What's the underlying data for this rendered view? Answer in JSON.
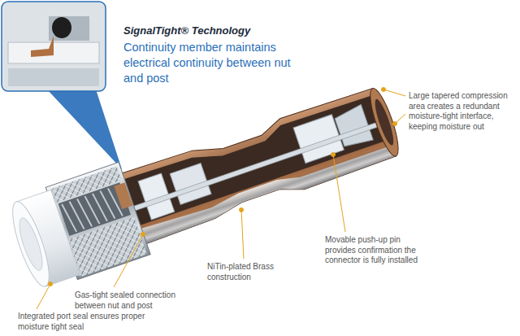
{
  "diagram": {
    "labels": [
      "SignalTight® Technology",
      "Continuity member maintains electrical continuity between nut and post",
      "Large tapered compression area creates a redundant moisture-tight interface, keeping moisture out",
      "Movable push-up pin provides confirmation the connector is fully installed",
      "NiTin-plated Brass construction",
      "Gas-tight sealed connection between nut and post",
      "Integrated port seal ensures proper moisture tight seal"
    ]
  }
}
